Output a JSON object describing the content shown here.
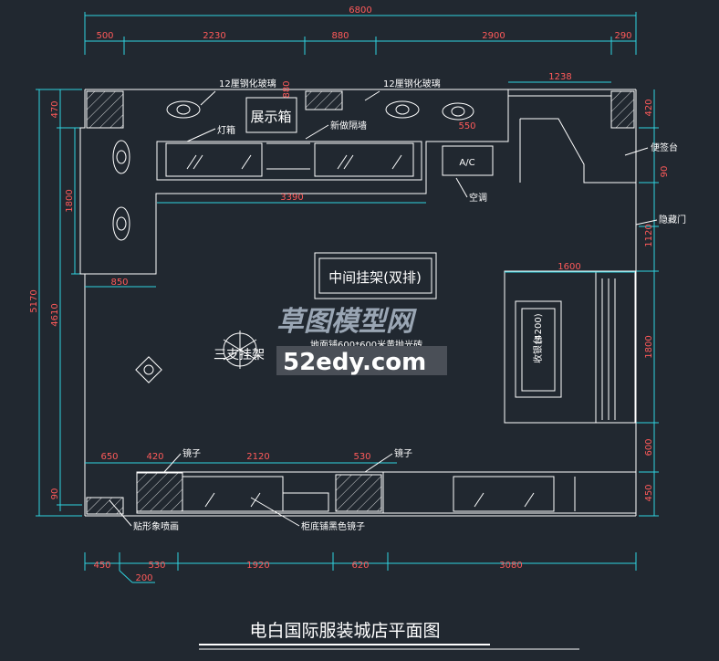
{
  "dimensions": {
    "overall_width": "6800",
    "top_row": [
      "500",
      "2230",
      "880",
      "2900",
      "290"
    ],
    "bottom_row": [
      "450",
      "530",
      "1920",
      "620",
      "3080"
    ],
    "bottom_small": "200",
    "left_side": [
      "470",
      "1800",
      "4610",
      "90"
    ],
    "left_total": "5170",
    "right_side": [
      "420",
      "90",
      "1120",
      "1800",
      "600",
      "450"
    ],
    "inner": {
      "d3390": "3390",
      "d850": "850",
      "d1238": "1238",
      "d550": "550",
      "d1600": "1600",
      "d880_small": "880",
      "d650": "650",
      "d420": "420",
      "d2120": "2120",
      "d530": "530",
      "d4200": "(4200)"
    }
  },
  "labels": {
    "glass_left": "12厘钢化玻璃",
    "glass_right": "12厘钢化玻璃",
    "display_box": "展示箱",
    "light_box": "灯箱",
    "new_partition": "新做隔墙",
    "ac": "A/C",
    "ac_label": "空调",
    "sign_desk": "便签台",
    "hidden_door": "隐藏门",
    "middle_rack": "中间挂架(双排)",
    "tripod_rack": "三支挂架",
    "floor_note": "地面铺600*600米黄抛光砖",
    "cashier": "收银台",
    "mirror_left": "镜子",
    "mirror_right": "镜子",
    "wall_paint": "贴形象喷画",
    "cabinet_mirror": "柜底铺黑色镜子"
  },
  "title": "电白国际服装城店平面图",
  "watermark": {
    "line1": "草图模型网",
    "line2": "52edy.com"
  }
}
